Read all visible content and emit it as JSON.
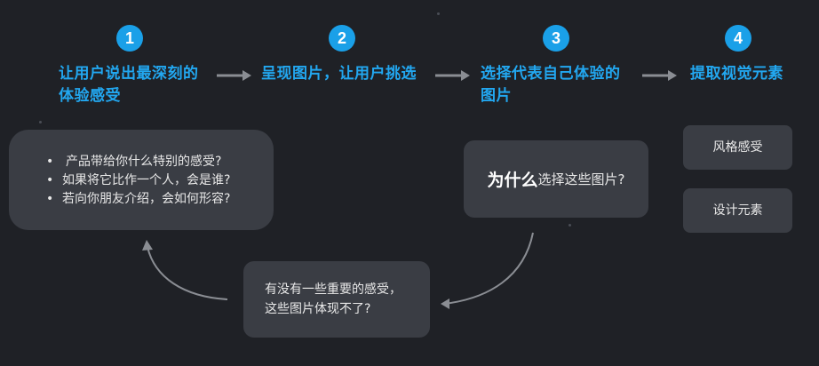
{
  "steps": [
    {
      "number": "1",
      "title_line1": "让用户说出最深刻的",
      "title_line2": "体验感受"
    },
    {
      "number": "2",
      "title_line1": "呈现图片，让用户挑选",
      "title_line2": ""
    },
    {
      "number": "3",
      "title_line1": "选择代表自己体验的",
      "title_line2": "图片"
    },
    {
      "number": "4",
      "title_line1": "提取视觉元素",
      "title_line2": ""
    }
  ],
  "questions_box": {
    "items": [
      "产品带给你什么特别的感受?",
      "如果将它比作一个人，会是谁?",
      "若向你朋友介绍，会如何形容?"
    ]
  },
  "why_box": {
    "emphasis": "为什么",
    "rest": "选择这些图片?"
  },
  "feedback_box": {
    "line1": "有没有一些重要的感受，",
    "line2": "这些图片体现不了?"
  },
  "elements": {
    "style_label": "风格感受",
    "design_label": "设计元素"
  },
  "colors": {
    "background": "#1f2126",
    "accent": "#1aa0e8",
    "box": "#3a3d44",
    "arrow": "#8a8d93"
  }
}
